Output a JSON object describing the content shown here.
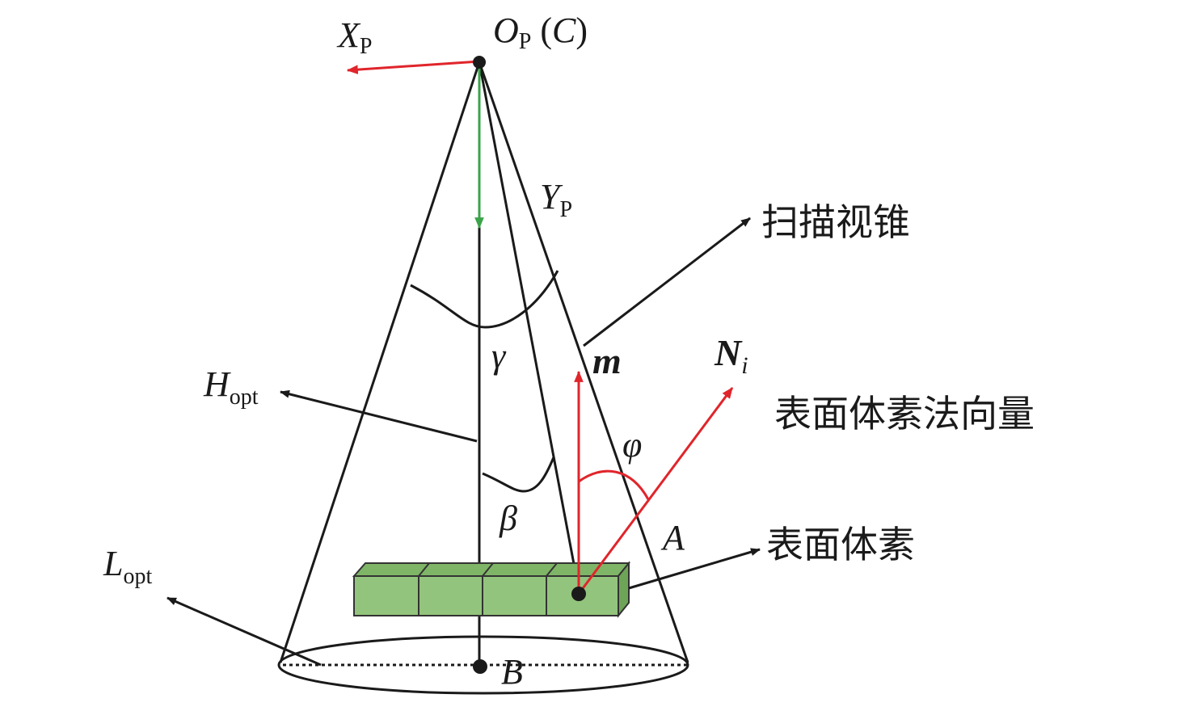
{
  "colors": {
    "stroke": "#1a1a1a",
    "red": "#e0252b",
    "green": "#3ba34a",
    "voxel_fill": "#93c47d",
    "voxel_stroke": "#333333"
  },
  "labels": {
    "origin_main": "O",
    "origin_sub": "P",
    "origin_paren_open": " (",
    "origin_c": "C",
    "origin_paren_close": ")",
    "x_main": "X",
    "x_sub": "P",
    "y_main": "Y",
    "y_sub": "P",
    "h_main": "H",
    "h_sub": "opt",
    "l_main": "L",
    "l_sub": "opt",
    "gamma": "γ",
    "beta": "β",
    "phi": "φ",
    "m": "m",
    "n_main": "N",
    "n_sub": "i",
    "a": "A",
    "b": "B",
    "scan_cone": "扫描视锥",
    "voxel_normal": "表面体素法向量",
    "surface_voxel": "表面体素"
  },
  "icons": {
    "arrowhead": "arrowhead-icon"
  }
}
